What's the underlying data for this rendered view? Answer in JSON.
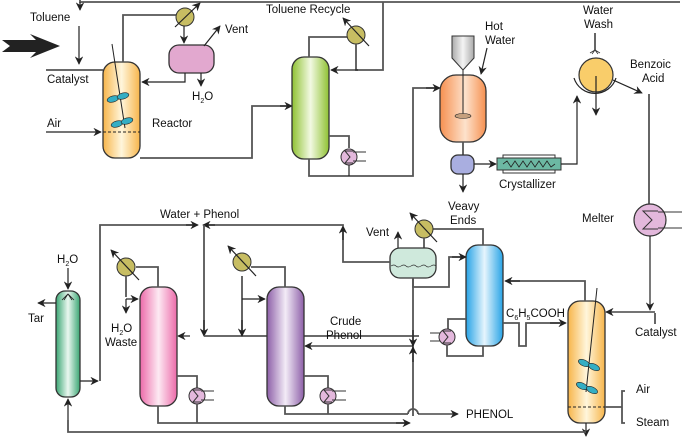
{
  "title": "Toluene Oxidation Process for Benzoic Acid and Phenol",
  "labels": {
    "toluene": "Toluene",
    "catalyst_top": "Catalyst",
    "air_top": "Air",
    "reactor": "Reactor",
    "vent_top": "Vent",
    "h2o_top_h": "H",
    "h2o_top_sub": "2",
    "h2o_top_o": "O",
    "toluene_recycle": "Toluene Recycle",
    "hot_water_1": "Hot",
    "hot_water_2": "Water",
    "water_wash_1": "Water",
    "water_wash_2": "Wash",
    "benzoic_1": "Benzoic",
    "benzoic_2": "Acid",
    "crystallizer": "Crystallizer",
    "heavy_ends_1": "Veavy",
    "heavy_ends_2": "Ends",
    "melter": "Melter",
    "water_phenol": "Water + Phenol",
    "vent_mid": "Vent",
    "h2o_left_h": "H",
    "h2o_left_sub": "2",
    "h2o_left_o": "O",
    "tar": "Tar",
    "h2o_waste_h": "H",
    "h2o_waste_sub": "2",
    "h2o_waste_o": "O",
    "waste": "Waste",
    "crude_1": "Crude",
    "crude_2": "Phenol",
    "acid_c": "C",
    "acid_sub1": "6",
    "acid_h": "H",
    "acid_sub2": "5",
    "acid_rest": "COOH",
    "catalyst_right": "Catalyst",
    "air_right": "Air",
    "steam": "Steam",
    "phenol_out": "PHENOL"
  },
  "equipment": [
    {
      "id": "oxidation-reactor",
      "name": "Reactor",
      "color": "#f7c35f"
    },
    {
      "id": "reactor-separator",
      "color": "#e2a8cf"
    },
    {
      "id": "toluene-recycle-column",
      "color": "#9fcb3c"
    },
    {
      "id": "hot-water-extractor",
      "color": "#f6a063"
    },
    {
      "id": "feed-pump-drum",
      "color": "#a9aee0"
    },
    {
      "id": "crystallizer",
      "name": "Crystallizer",
      "color": "#6cb8a3"
    },
    {
      "id": "rotary-filter",
      "color": "#f9cd6a"
    },
    {
      "id": "melter",
      "name": "Melter",
      "color": "#e2b5dc"
    },
    {
      "id": "benzoic-column",
      "color": "#3fb0ea"
    },
    {
      "id": "decanter",
      "color": "#cfe9dc"
    },
    {
      "id": "oxidation-reactor-2",
      "color": "#f7c35f"
    },
    {
      "id": "scrubber",
      "color": "#45b07e"
    },
    {
      "id": "dehydration-column",
      "color": "#ee7fb6"
    },
    {
      "id": "phenol-column",
      "color": "#9a6fb2"
    }
  ],
  "colors": {
    "condenser": "#c7bd62",
    "reboiler": "#e3b8dc",
    "impeller": "#34aec4",
    "line": "#555555"
  }
}
